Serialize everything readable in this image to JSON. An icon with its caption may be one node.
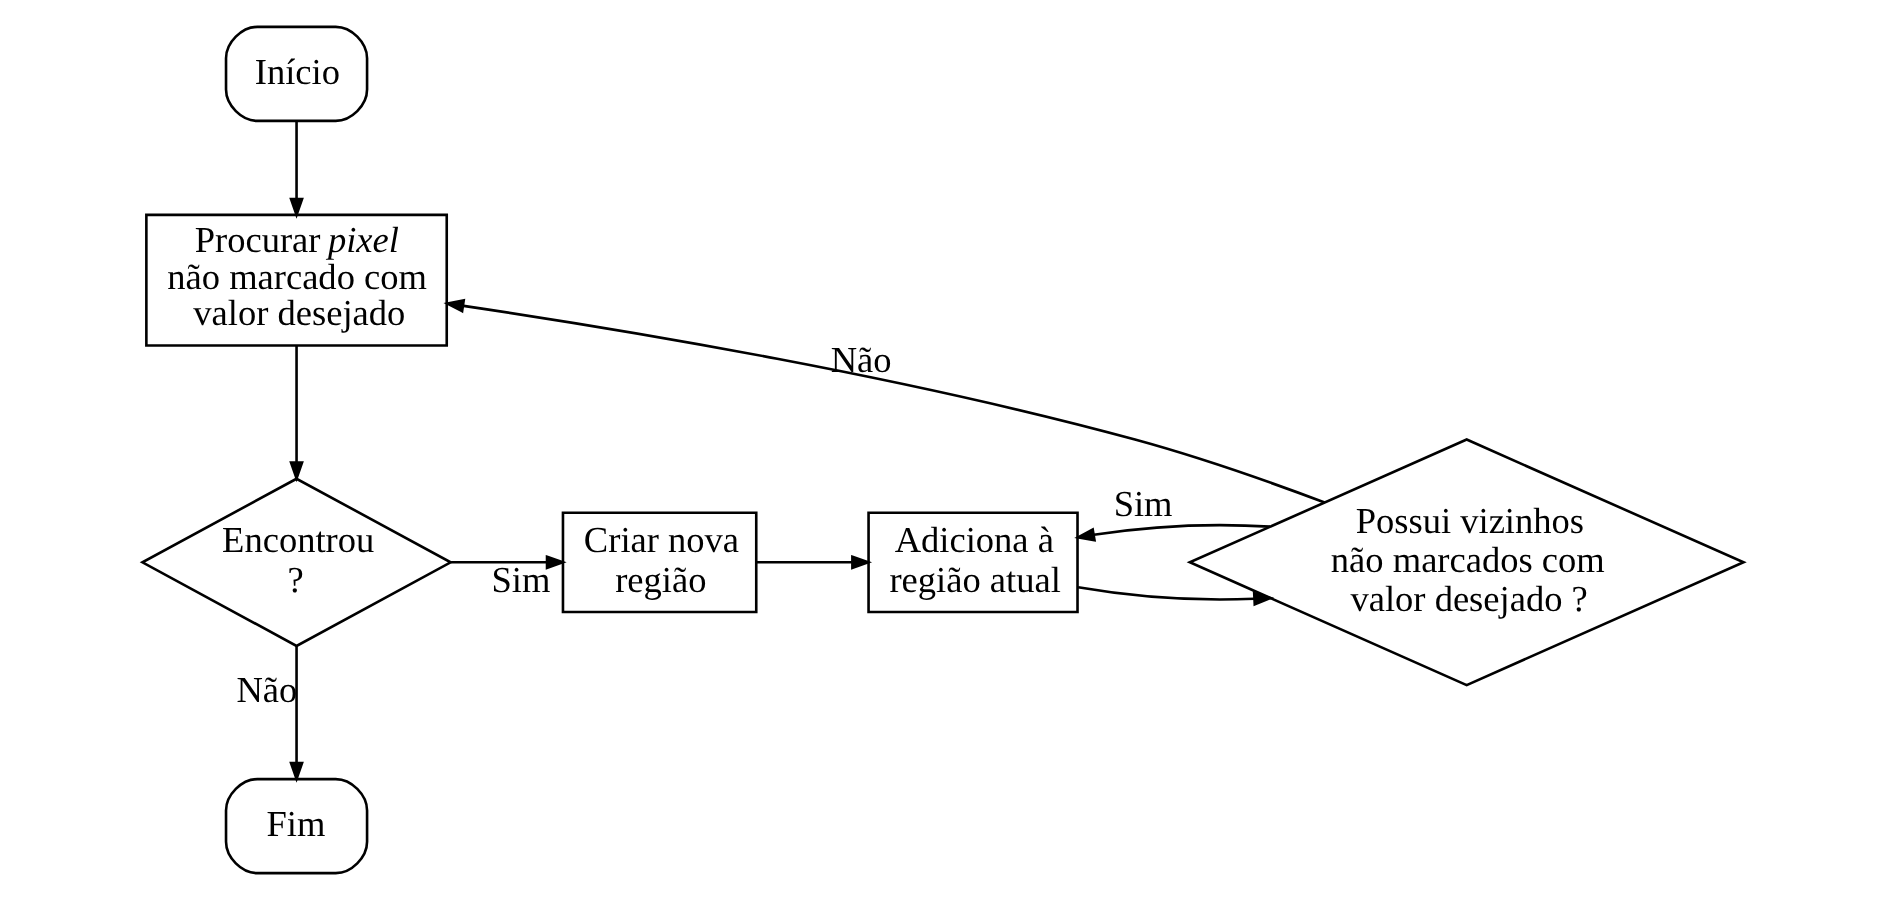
{
  "diagram": {
    "nodes": [
      {
        "text": [
          "Início"
        ]
      },
      {
        "text": [
          "Procurar *pixel* não marcado com valor desejado"
        ]
      },
      {
        "text": [
          "Encontrou ?"
        ]
      },
      {
        "text": [
          "Criar nova região"
        ]
      },
      {
        "text": [
          "Adiciona à região atual"
        ]
      },
      {
        "text": [
          "Possui vizinhos não marcados com valor desejado ?"
        ]
      },
      {
        "text": [
          "Fim"
        ]
      }
    ],
    "edges": [
      {
        "from": 0,
        "to": 1,
        "arrow": "to"
      },
      {
        "from": 1,
        "to": 2,
        "arrow": "to"
      },
      {
        "from": 2,
        "to": 3,
        "label": "Sim",
        "arrow": "to"
      },
      {
        "from": 3,
        "to": 4,
        "arrow": "to"
      },
      {
        "from": 4,
        "to": 5,
        "arrow": "to"
      },
      {
        "from": 5,
        "to": 1,
        "label": "Não",
        "arrow": "to"
      },
      {
        "from": 5,
        "to": 4,
        "label": "Sim",
        "arrow": "to"
      },
      {
        "from": 2,
        "to": 6,
        "label": "Não",
        "arrow": "to"
      }
    ]
  }
}
